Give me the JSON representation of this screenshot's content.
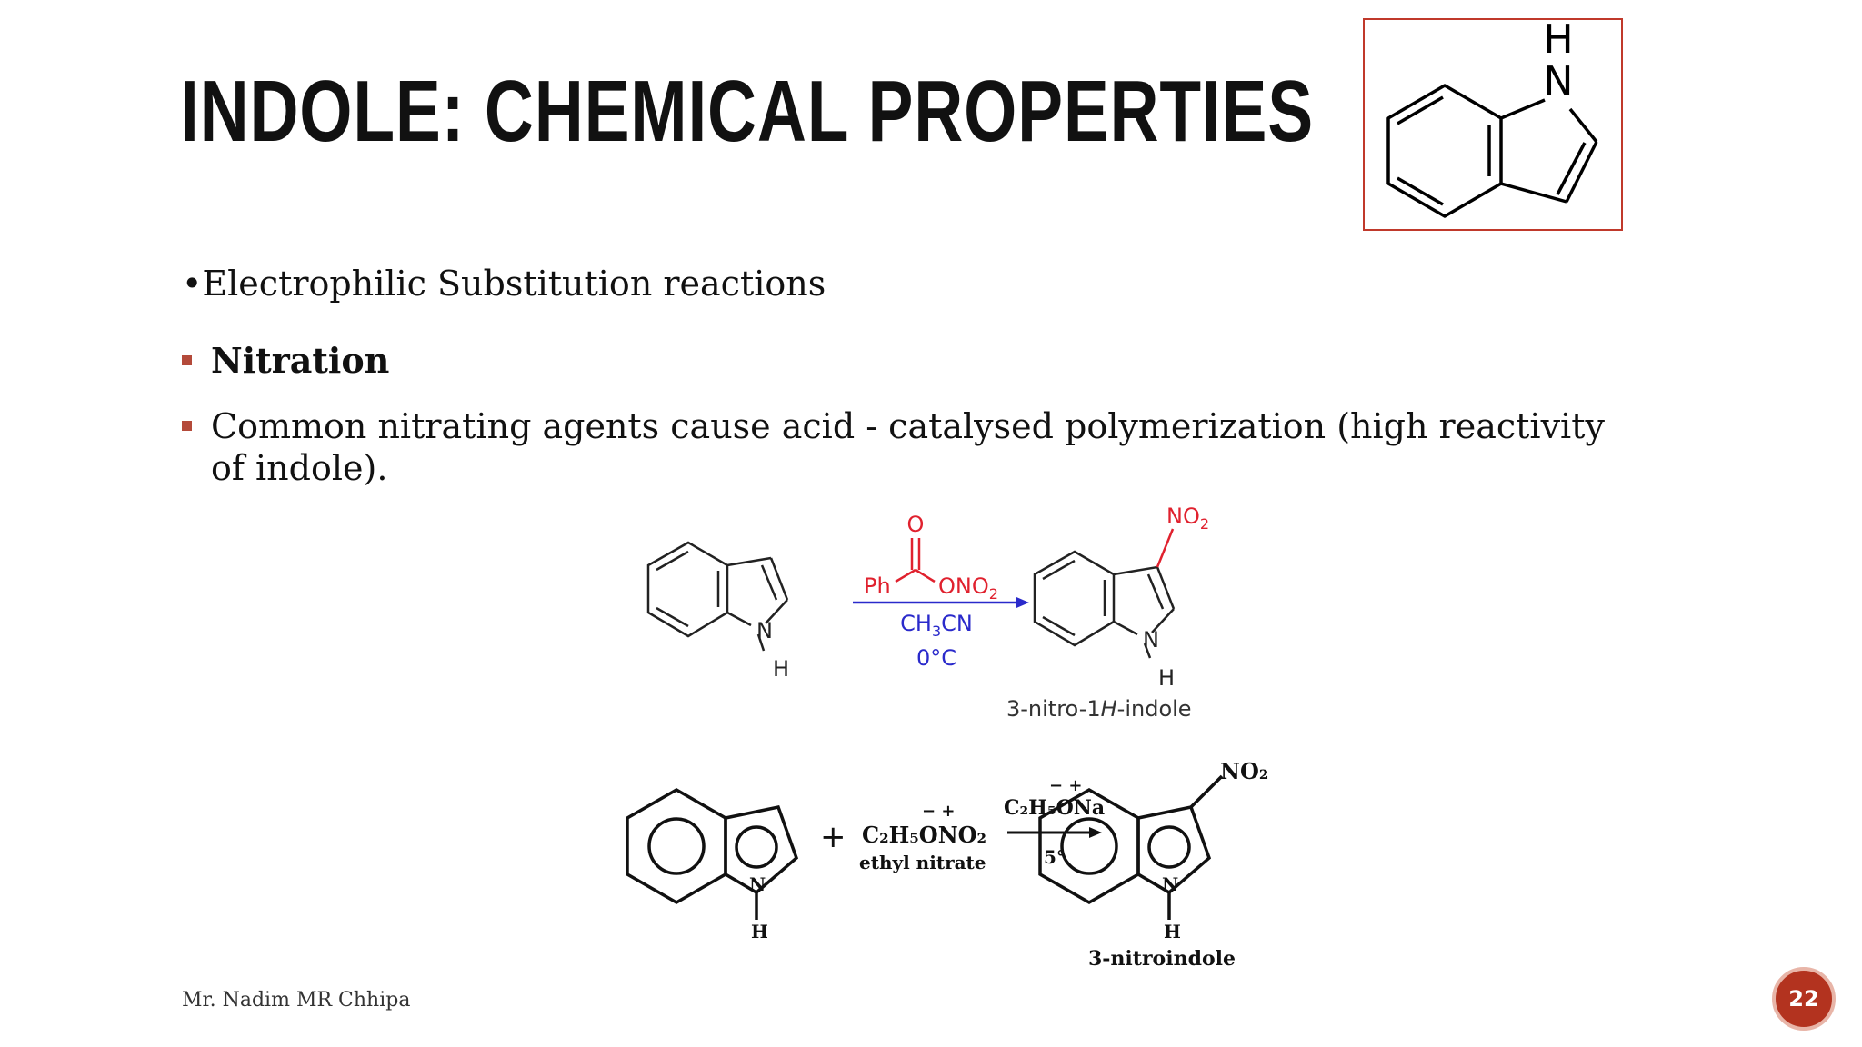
{
  "slide": {
    "title": "INDOLE: CHEMICAL PROPERTIES",
    "intro": "•Electrophilic Substitution reactions",
    "bullets": [
      "Nitration",
      "Common nitrating agents cause acid - catalysed polymerization (high reactivity",
      "of indole)."
    ],
    "footer": "Mr. Nadim MR Chhipa",
    "page_number": "22"
  },
  "logo": {
    "h": "H",
    "n": "N"
  },
  "reaction1": {
    "reagent_o": "O",
    "reagent_ph": "Ph",
    "reagent_ono2": "ONO",
    "reagent_ono2_sub": "2",
    "solvent_prefix": "CH",
    "solvent_sub": "3",
    "solvent_suffix": "CN",
    "temperature": "0°C",
    "reactant_n": "N",
    "reactant_h": "H",
    "product_no2": "NO",
    "product_no2_sub": "2",
    "product_n": "N",
    "product_h": "H",
    "product_name_prefix": "3-nitro-1",
    "product_name_italic": "H",
    "product_name_suffix": "-indole"
  },
  "reaction2": {
    "plus": "+",
    "reagent_charges": "− +",
    "reagent": "C₂H₅ONO₂",
    "reagent_name": "ethyl nitrate",
    "base_charges": "− +",
    "base": "C₂H₅ONa",
    "temperature": "5°",
    "reactant_n": "N",
    "reactant_h": "H",
    "product_no2": "NO₂",
    "product_n": "N",
    "product_h": "H",
    "product_name": "3-nitroindole"
  },
  "colors": {
    "accent": "#b44a3a",
    "logo_border": "#c0392b",
    "nitro_red": "#e0212e",
    "reagent_blue": "#2a2acb"
  }
}
